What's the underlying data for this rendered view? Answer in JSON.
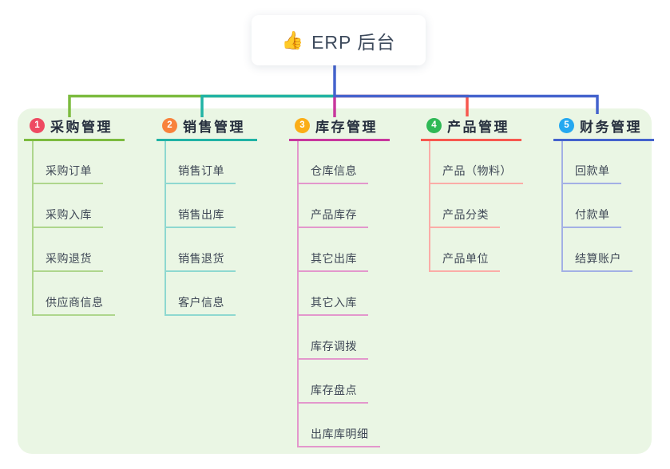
{
  "root": {
    "icon": "👍",
    "label": "ERP 后台"
  },
  "colors": {
    "panel_bg": "#eaf6e4",
    "trunk": "#4463cd",
    "root_text": "#3d4a5c",
    "title_text": "#262f3e",
    "child_text": "#3f4856"
  },
  "branches": [
    {
      "num": "1",
      "title": "采购管理",
      "badge_color": "#ee4a62",
      "line_color": "#7cbb3f",
      "line_soft": "#aed68c",
      "children": [
        "采购订单",
        "采购入库",
        "采购退货",
        "供应商信息"
      ]
    },
    {
      "num": "2",
      "title": "销售管理",
      "badge_color": "#f8823c",
      "line_color": "#21b3a5",
      "line_soft": "#8ed8d0",
      "children": [
        "销售订单",
        "销售出库",
        "销售退货",
        "客户信息"
      ]
    },
    {
      "num": "3",
      "title": "库存管理",
      "badge_color": "#fbae17",
      "line_color": "#c8379d",
      "line_soft": "#e397cc",
      "children": [
        "仓库信息",
        "产品库存",
        "其它出库",
        "其它入库",
        "库存调拨",
        "库存盘点",
        "出库库明细"
      ]
    },
    {
      "num": "4",
      "title": "产品管理",
      "badge_color": "#2fb956",
      "line_color": "#f7584f",
      "line_soft": "#fbaca7",
      "children": [
        "产品（物料）",
        "产品分类",
        "产品单位"
      ]
    },
    {
      "num": "5",
      "title": "财务管理",
      "badge_color": "#25a8f0",
      "line_color": "#4463cd",
      "line_soft": "#a3b0e5",
      "children": [
        "回款单",
        "付款单",
        "结算账户"
      ]
    }
  ]
}
